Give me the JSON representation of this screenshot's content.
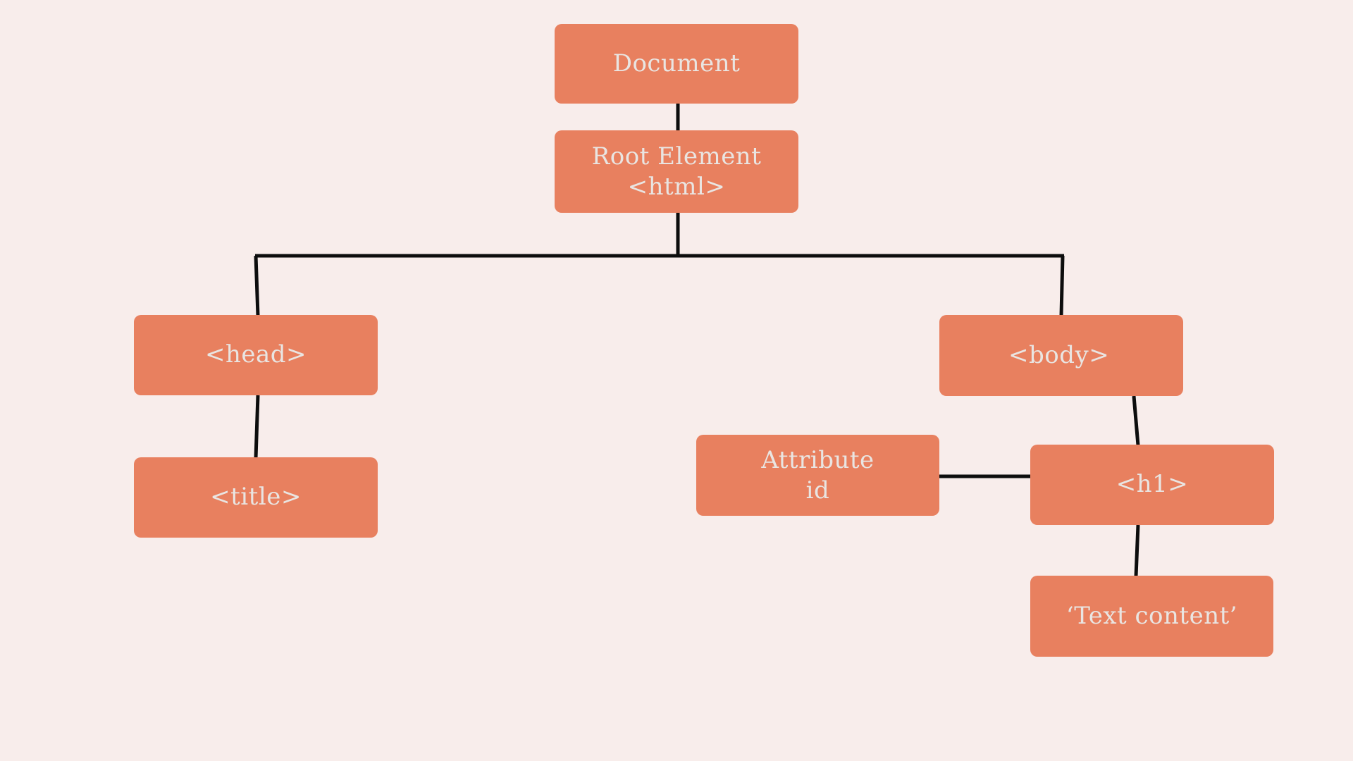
{
  "diagram": {
    "title": "HTML DOM tree structure",
    "background_color": "#f8edeb",
    "node_color": "#e8805f",
    "node_text_color": "#e9e5e2",
    "connector_color": "#000000"
  },
  "nodes": {
    "document": {
      "label": "Document"
    },
    "root": {
      "label": "Root Element\n<html>"
    },
    "head": {
      "label": "<head>"
    },
    "title": {
      "label": "<title>"
    },
    "body": {
      "label": "<body>"
    },
    "attribute": {
      "label": "Attribute\nid"
    },
    "h1": {
      "label": "<h1>"
    },
    "text": {
      "label": "‘Text content’"
    }
  },
  "edges": [
    {
      "name": "document-to-root",
      "from": "document",
      "to": "root"
    },
    {
      "name": "root-to-branch",
      "from": "root",
      "to": "branch-bus"
    },
    {
      "name": "branch-to-head",
      "from": "branch-bus",
      "to": "head"
    },
    {
      "name": "branch-to-body",
      "from": "branch-bus",
      "to": "body"
    },
    {
      "name": "head-to-title",
      "from": "head",
      "to": "title"
    },
    {
      "name": "body-to-h1",
      "from": "body",
      "to": "h1"
    },
    {
      "name": "attribute-to-h1",
      "from": "attribute",
      "to": "h1"
    },
    {
      "name": "h1-to-text",
      "from": "h1",
      "to": "text"
    }
  ]
}
